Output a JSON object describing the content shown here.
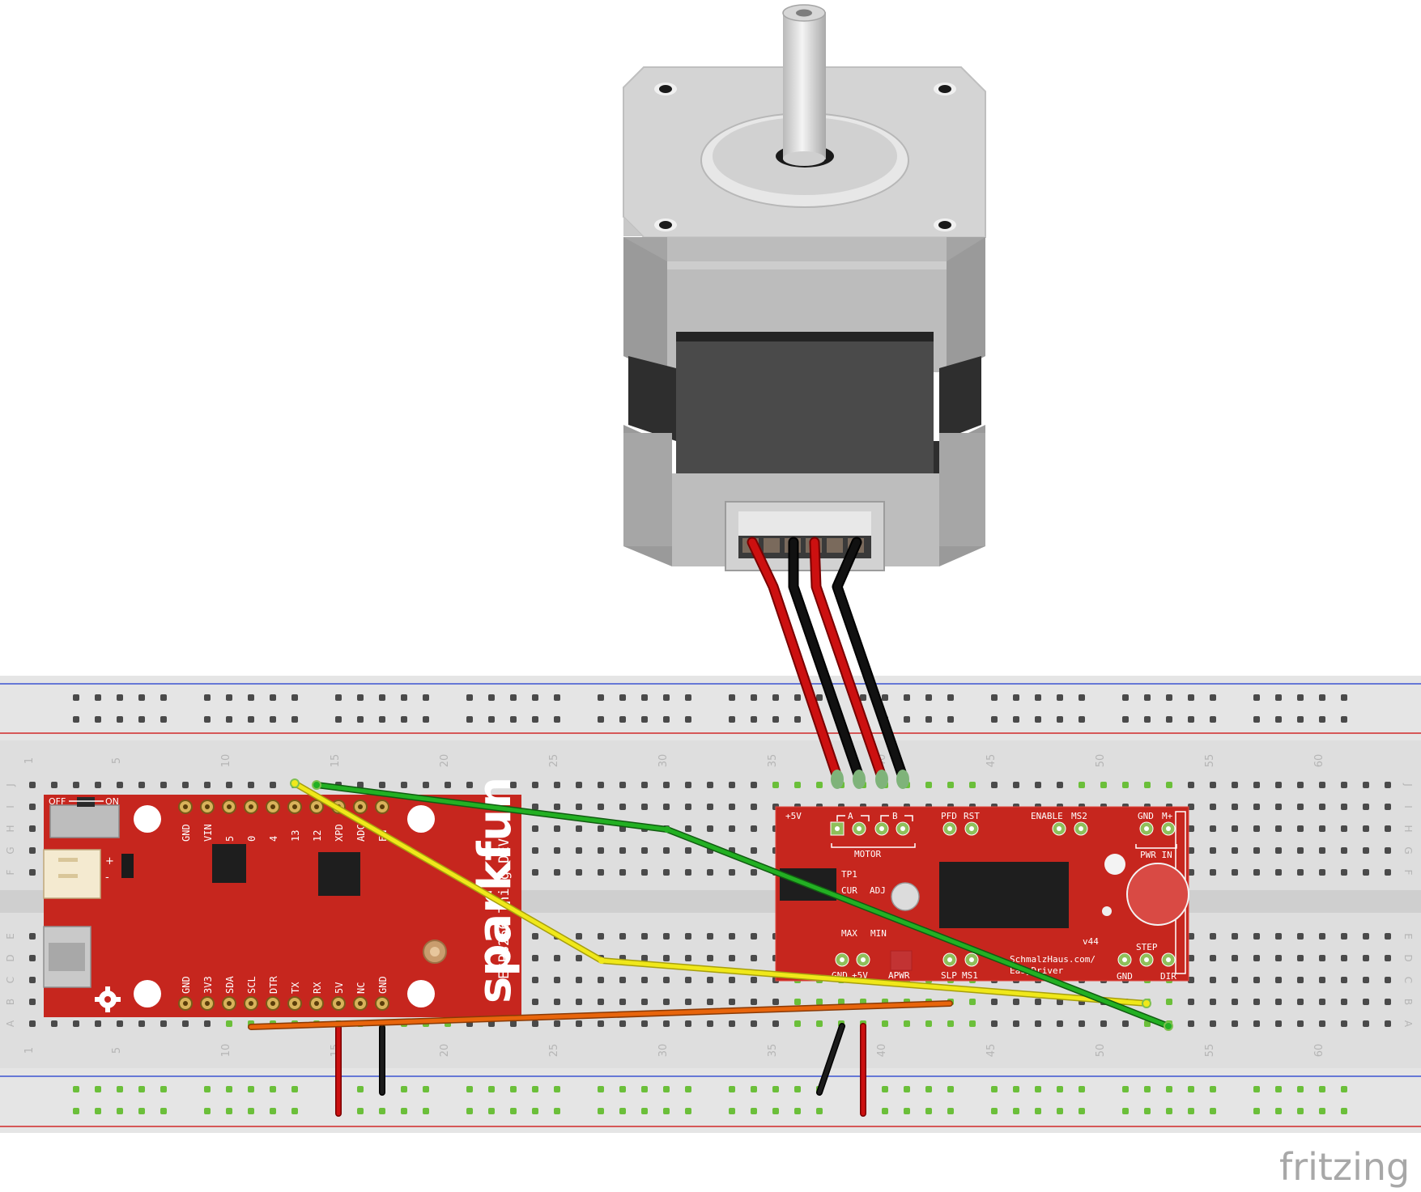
{
  "watermark": "fritzing",
  "breadboard": {
    "row_letters_top": [
      "J",
      "I",
      "H",
      "G",
      "F"
    ],
    "row_letters_bottom": [
      "E",
      "D",
      "C",
      "B",
      "A"
    ],
    "column_numbers": [
      "1",
      "5",
      "10",
      "15",
      "20",
      "25",
      "30",
      "35",
      "40",
      "45",
      "50",
      "55",
      "60"
    ]
  },
  "thing_dev": {
    "brand": "sparkfun",
    "model": "ESP8266 Thing DEV",
    "switch_off": "OFF",
    "switch_on": "ON",
    "top_pins": [
      "GND",
      "VIN",
      "5",
      "0",
      "4",
      "13",
      "12",
      "XPD",
      "ADC",
      "EN"
    ],
    "bottom_pins": [
      "GND",
      "3V3",
      "SDA",
      "SCL",
      "DTR",
      "TX",
      "RX",
      "5V",
      "NC",
      "GND"
    ],
    "battery_plus": "+",
    "battery_minus": "-"
  },
  "easydriver": {
    "v5": "+5V",
    "a": "A",
    "b": "B",
    "motor": "MOTOR",
    "pfd": "PFD",
    "rst": "RST",
    "enable": "ENABLE",
    "ms2": "MS2",
    "gnd": "GND",
    "mplus": "M+",
    "pwr_in": "PWR IN",
    "tp1": "TP1",
    "cur": "CUR",
    "adj": "ADJ",
    "max": "MAX",
    "min": "MIN",
    "version": "v44",
    "url1": "SchmalzHaus.com/",
    "url2": "EasyDriver",
    "step": "STEP",
    "gnd2": "GND",
    "dir": "DIR",
    "bottom_gnd": "GND",
    "bottom_5v": "+5V",
    "apwr": "APWR",
    "slp": "SLP",
    "ms1": "MS1"
  },
  "colors": {
    "board_red": "#c6261e",
    "wire_red": "#cc1010",
    "wire_black": "#111111",
    "wire_green": "#1fa01f",
    "wire_yellow": "#f0e81a",
    "wire_orange": "#e8650c"
  }
}
